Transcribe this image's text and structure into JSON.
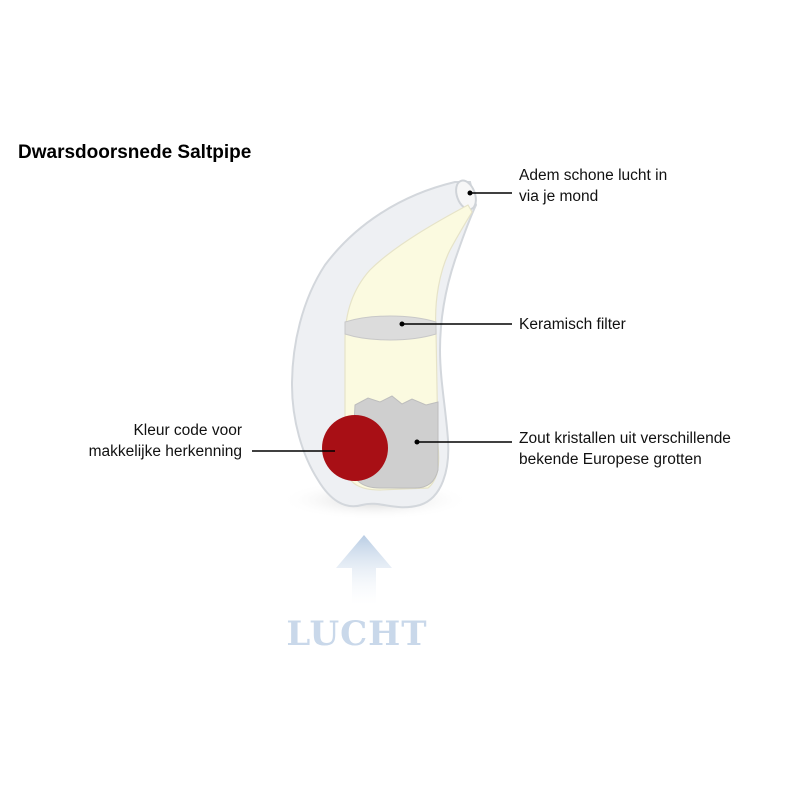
{
  "title": "Dwarsdoorsnede Saltpipe",
  "labels": {
    "mouth": [
      "Adem schone lucht in",
      "via je mond"
    ],
    "filter": "Keramisch filter",
    "salt": [
      "Zout kristallen uit verschillende",
      "bekende Europese grotten"
    ],
    "color_code": [
      "Kleur code voor",
      "makkelijke herkenning"
    ]
  },
  "air_label": "LUCHT",
  "colors": {
    "pipe_body": "#eef0f3",
    "pipe_outline": "#d3d7dc",
    "inner_chamber": "#fbfae0",
    "filter_disc": "#dcdcdc",
    "salt": "#cfcfcf",
    "color_dot": "#a80f15",
    "arrow": "#c9d8ea",
    "leader_line": "#000000"
  }
}
